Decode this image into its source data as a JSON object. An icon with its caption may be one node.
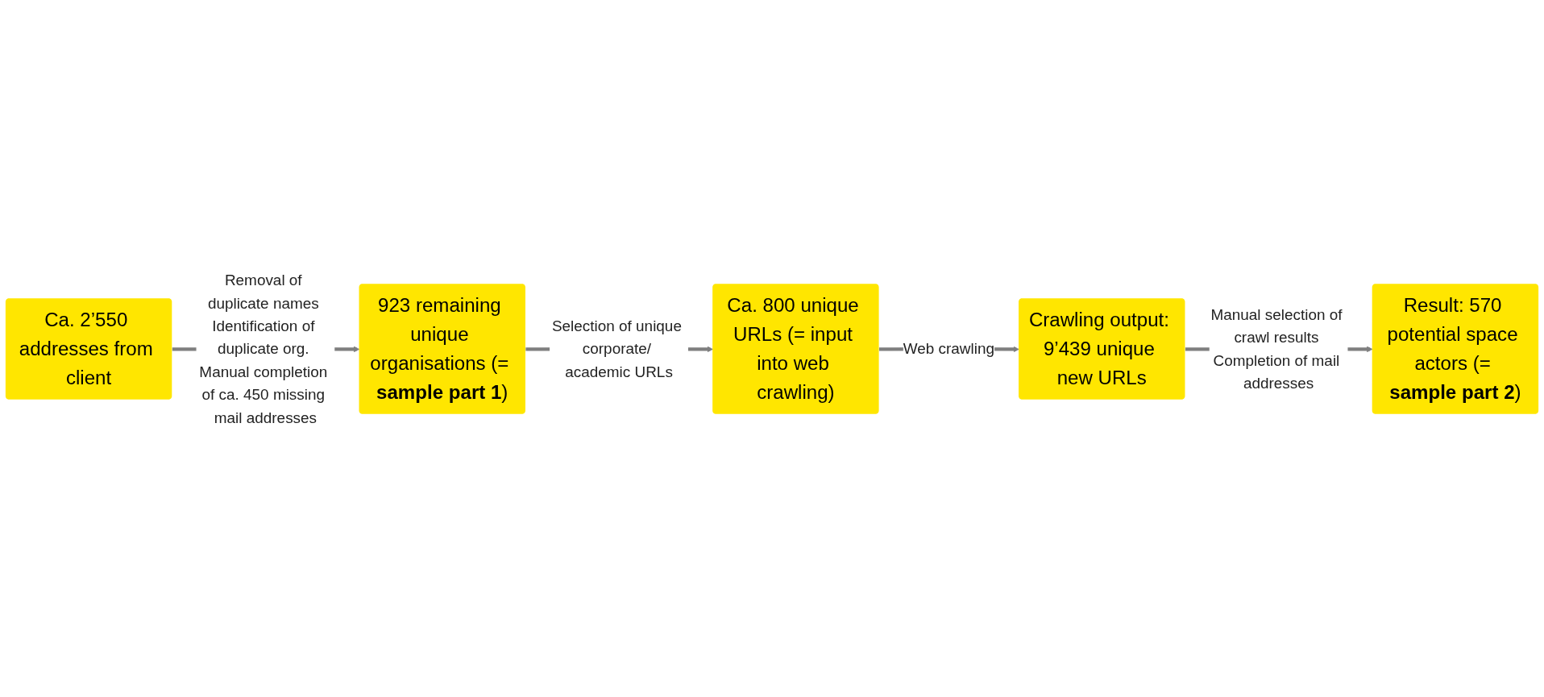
{
  "diagram": {
    "nodes": [
      {
        "text": [
          "Ca. 2’550 addresses from client"
        ]
      },
      {
        "text": [
          "923 remaining unique organisations (= **sample part 1**)"
        ]
      },
      {
        "text": [
          "Ca. 800 unique URLs (= input into web crawling)"
        ]
      },
      {
        "text": [
          "Crawling output: 9’439 unique new URLs"
        ]
      },
      {
        "text": [
          "Result: 570 potential space actors (= **sample part 2**)"
        ]
      }
    ],
    "edges": [
      {
        "from": 0,
        "to": 1,
        "arrow": "to",
        "label": "Removal of duplicate names Identification of duplicate org. Manual completion of ca. 450 missing mail addresses"
      },
      {
        "from": 1,
        "to": 2,
        "arrow": "to",
        "label": "Selection of unique corporate/ academic URLs"
      },
      {
        "from": 2,
        "to": 3,
        "arrow": "to",
        "label": "Web crawling"
      },
      {
        "from": 3,
        "to": 4,
        "arrow": "to",
        "label": "Manual selection of crawl results Completion of mail addresses"
      }
    ]
  }
}
